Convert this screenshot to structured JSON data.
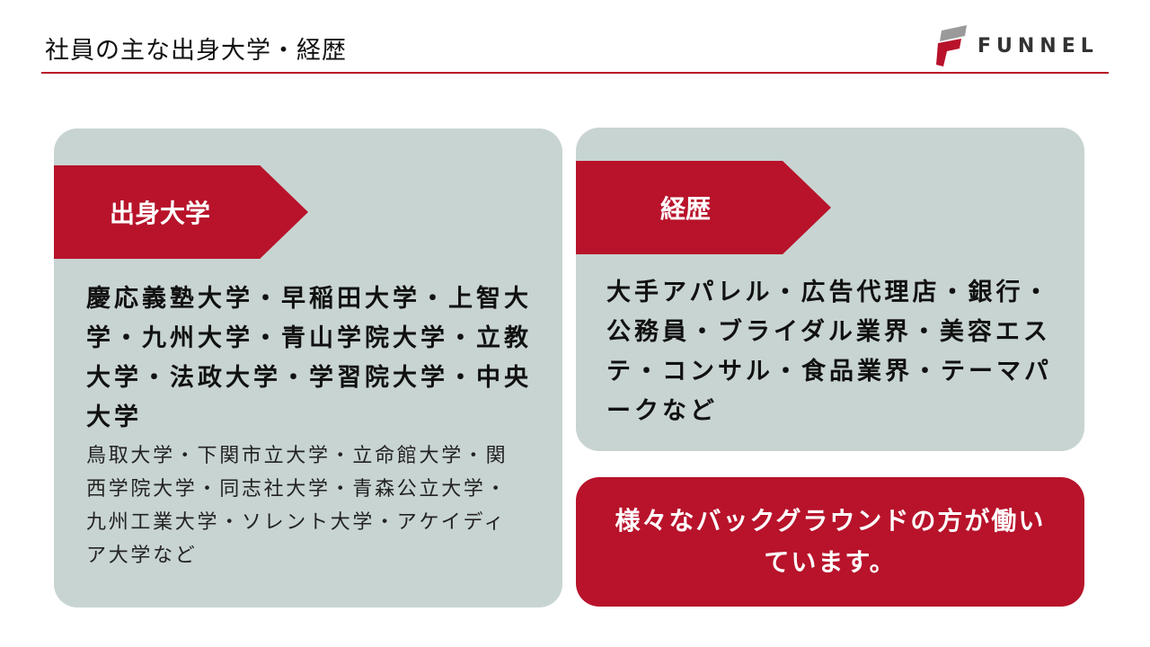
{
  "header": {
    "title": "社員の主な出身大学・経歴",
    "logo_text": "FUNNEL"
  },
  "universities": {
    "label": "出身大学",
    "major": "慶応義塾大学・早稲田大学・上智大学・九州大学・青山学院大学・立教大学・法政大学・学習院大学・中央大学",
    "others": "鳥取大学・下関市立大学・立命館大学・関西学院大学・同志社大学・青森公立大学・九州工業大学・ソレント大学・アケイディア大学など"
  },
  "career": {
    "label": "経歴",
    "text": "大手アパレル・広告代理店・銀行・公務員・ブライダル業界・美容エステ・コンサル・食品業界・テーマパークなど"
  },
  "message": {
    "text": "様々なバックグラウンドの方が働いています。"
  },
  "colors": {
    "accent": "#b8132b",
    "card": "#c8d4d2"
  }
}
